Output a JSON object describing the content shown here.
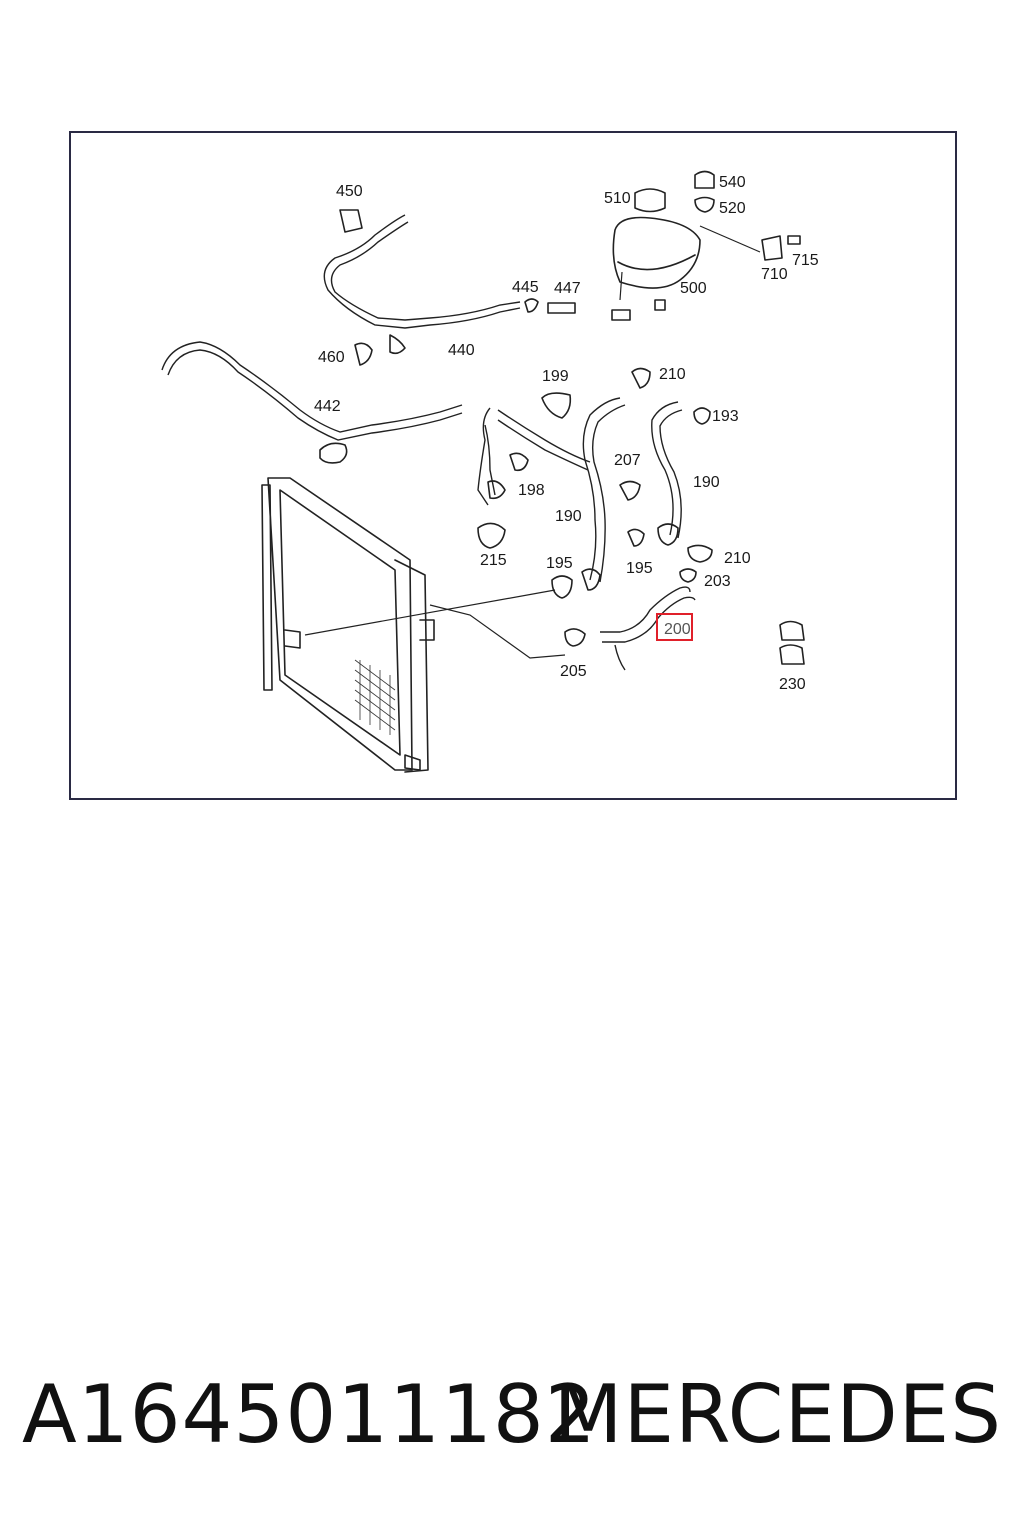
{
  "labels": {
    "l450": "450",
    "l510": "510",
    "l540": "540",
    "l520": "520",
    "l715": "715",
    "l710": "710",
    "l445": "445",
    "l447": "447",
    "l500": "500",
    "l460": "460",
    "l440": "440",
    "l199": "199",
    "l210a": "210",
    "l442": "442",
    "l193": "193",
    "l207": "207",
    "l198": "198",
    "l190a": "190",
    "l190b": "190",
    "l215": "215",
    "l195a": "195",
    "l195b": "195",
    "l210b": "210",
    "l203": "203",
    "l200": "200",
    "l205": "205",
    "l230": "230"
  },
  "highlight_color": "#e0202a",
  "footer": {
    "part_number": "A1645011182",
    "brand": "MERCEDES"
  }
}
